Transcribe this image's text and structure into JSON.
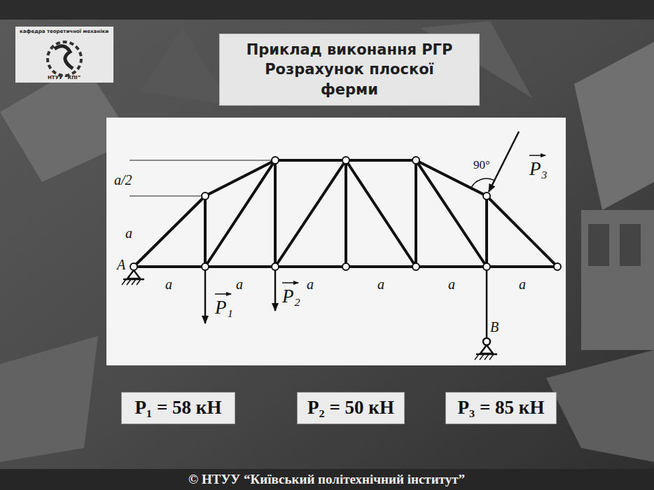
{
  "diagram": {
    "title": "Приклад виконання РГР Розрахунок плоскої ферми",
    "caption": "© НТУУ “Київський політехнічний інститут”",
    "nodes": [
      {
        "text": [
          "P₁ = 58 кН"
        ]
      },
      {
        "text": [
          "P₂ = 50 кН"
        ]
      },
      {
        "text": [
          "P₃ = 85 кН"
        ]
      }
    ],
    "labels": [
      "кафедра теоретичної механіки",
      "НТУУ “КПІ”",
      "a/2",
      "a",
      "A",
      "a",
      "a",
      "a",
      "a",
      "a",
      "a",
      "P₁",
      "P₂",
      "90°",
      "P₃",
      "B"
    ]
  }
}
